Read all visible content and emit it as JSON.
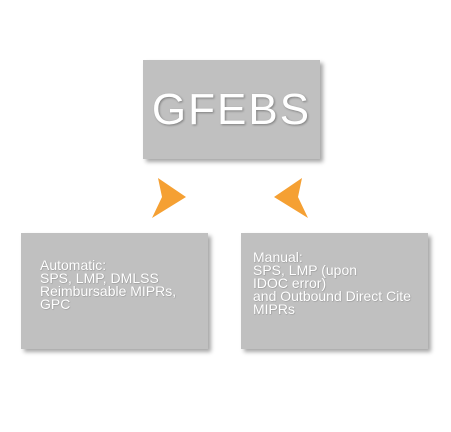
{
  "top_box": {
    "title": "GFEBS"
  },
  "left_box": {
    "lines": [
      "Automatic:",
      "SPS, LMP, DMLSS",
      "Reimbursable MIPRs,",
      "GPC"
    ]
  },
  "right_box": {
    "lines": [
      "Manual:",
      "SPS, LMP (upon",
      "IDOC error)",
      "and Outbound Direct Cite",
      "MIPRs"
    ]
  },
  "colors": {
    "box_fill": "#c0c0c0",
    "arrow": "#f5a033",
    "text": "#ffffff"
  },
  "icons": [
    "arrow-down-left-icon",
    "arrow-down-right-icon"
  ]
}
